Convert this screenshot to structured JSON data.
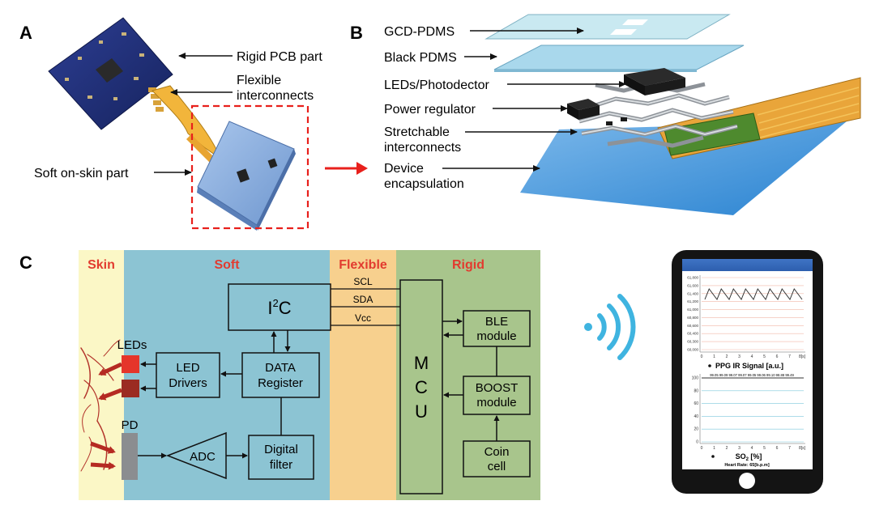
{
  "panels": {
    "a": "A",
    "b": "B",
    "c": "C"
  },
  "panel_a": {
    "rigid_pcb": "Rigid PCB part",
    "flexible_line1": "Flexible",
    "flexible_line2": "interconnects",
    "soft_part": "Soft on-skin part"
  },
  "panel_b": {
    "gcd_pdms": "GCD-PDMS",
    "black_pdms": "Black PDMS",
    "leds": "LEDs/Photodector",
    "power": "Power regulator",
    "stretch_line1": "Stretchable",
    "stretch_line2": "interconnects",
    "device_line1": "Device",
    "device_line2": "encapsulation"
  },
  "panel_c": {
    "sections": {
      "skin": "Skin",
      "soft": "Soft",
      "flexible": "Flexible",
      "rigid": "Rigid"
    },
    "blocks": {
      "i2c": "I",
      "i2c_sup": "2",
      "i2c_tail": "C",
      "data_line1": "DATA",
      "data_line2": "Register",
      "led_drv_line1": "LED",
      "led_drv_line2": "Drivers",
      "adc": "ADC",
      "filter_line1": "Digital",
      "filter_line2": "filter",
      "mcu": [
        "M",
        "C",
        "U"
      ],
      "ble_line1": "BLE",
      "ble_line2": "module",
      "boost_line1": "BOOST",
      "boost_line2": "module",
      "coin_line1": "Coin",
      "coin_line2": "cell"
    },
    "buses": {
      "scl": "SCL",
      "sda": "SDA",
      "vcc": "Vcc"
    },
    "side_labels": {
      "leds": "LEDs",
      "pd": "PD"
    }
  },
  "phone": {
    "ppg_y_ticks": [
      "61,800",
      "61,600",
      "61,400",
      "61,200",
      "61,000",
      "60,800",
      "60,600",
      "60,400",
      "60,300",
      "60,000"
    ],
    "ppg_x_ticks": [
      "0",
      "1",
      "2",
      "3",
      "4",
      "5",
      "6",
      "7",
      "8[s]"
    ],
    "ppg_title": "PPG IR Signal [a.u.]",
    "spo2_top_values": "99.05 99.09 99.07 99.07 99.05 99.06 99.10 98.88 99.49",
    "spo2_y_ticks": [
      "100",
      "80",
      "60",
      "40",
      "20",
      "0"
    ],
    "spo2_x_ticks": [
      "0",
      "1",
      "2",
      "3",
      "4",
      "5",
      "6",
      "7",
      "8[s]"
    ],
    "spo2_title_pre": "SO",
    "spo2_title_sub": "2",
    "spo2_title_post": " [%]",
    "heart_rate": "Heart Rate: 65[b.p.m]"
  }
}
